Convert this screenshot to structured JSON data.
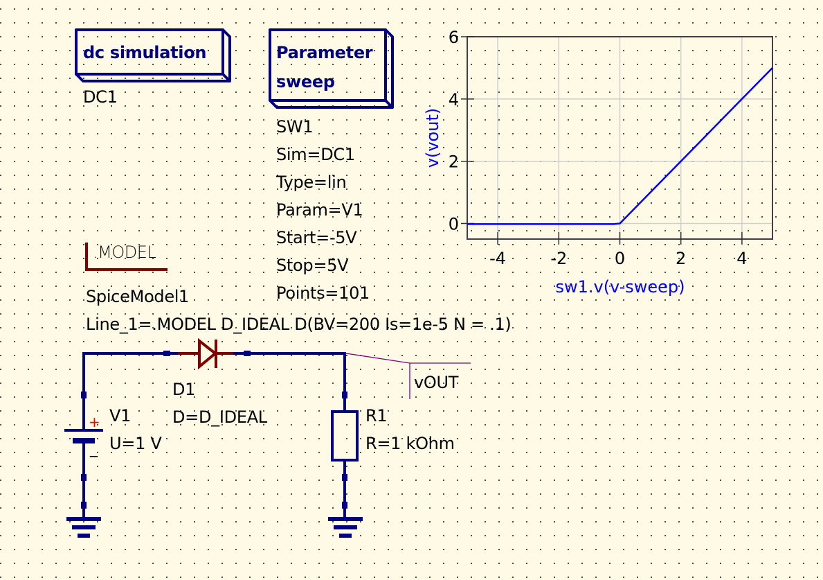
{
  "simulations": {
    "dc": {
      "title": "dc simulation",
      "name": "DC1"
    },
    "sweep": {
      "title_line1": "Parameter",
      "title_line2": "sweep",
      "name": "SW1",
      "props": [
        "Sim=DC1",
        "Type=lin",
        "Param=V1",
        "Start=-5V",
        "Stop=5V",
        "Points=101"
      ]
    }
  },
  "spice_model": {
    "symbol_label": ".MODEL",
    "name": "SpiceModel1",
    "line": "Line_1=.MODEL D_IDEAL D(BV=200 Is=1e-5 N = .1)"
  },
  "components": {
    "diode": {
      "name": "D1",
      "prop": "D=D_IDEAL"
    },
    "source": {
      "name": "V1",
      "prop": "U=1 V",
      "plus": "+",
      "minus": "_"
    },
    "resistor": {
      "name": "R1",
      "prop": "R=1 kOhm"
    },
    "node_label": "vOUT"
  },
  "colors": {
    "wire": "#000080",
    "diode": "#800000",
    "model_symbol": "#800000",
    "node_label_line": "#800080",
    "trace": "#0000ff",
    "plus_sign": "#ff0000",
    "background": "#fffae6"
  },
  "chart_data": {
    "type": "line",
    "title": "",
    "xlabel": "sw1.v(v-sweep)",
    "ylabel": "v(vout)",
    "xlim": [
      -5,
      5
    ],
    "ylim": [
      -0.5,
      6
    ],
    "xticks": [
      -4,
      -2,
      0,
      2,
      4
    ],
    "yticks": [
      0,
      2,
      4,
      6
    ],
    "grid": true,
    "series": [
      {
        "name": "v(vout)",
        "x": [
          -5,
          -4,
          -3,
          -2,
          -1,
          -0.5,
          -0.2,
          0,
          0.1,
          1,
          2,
          3,
          4,
          5
        ],
        "y": [
          -0.02,
          -0.02,
          -0.02,
          -0.02,
          -0.02,
          -0.02,
          -0.02,
          0.0,
          0.1,
          1.0,
          2.0,
          3.0,
          4.0,
          5.0
        ]
      }
    ]
  }
}
